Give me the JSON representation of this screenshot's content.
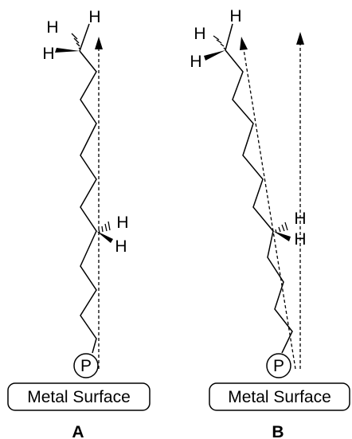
{
  "panels": [
    {
      "id": "A",
      "label": "A",
      "surface_label": "Metal Surface",
      "head_group_label": "P",
      "terminal_h_labels": [
        "H",
        "H",
        "H"
      ],
      "mid_h_labels": [
        "H",
        "H"
      ]
    },
    {
      "id": "B",
      "label": "B",
      "surface_label": "Metal Surface",
      "head_group_label": "P",
      "terminal_h_labels": [
        "H",
        "H",
        "H"
      ],
      "mid_h_labels": [
        "H",
        "H"
      ]
    }
  ],
  "colors": {
    "line": "#000000",
    "background": "#ffffff"
  }
}
